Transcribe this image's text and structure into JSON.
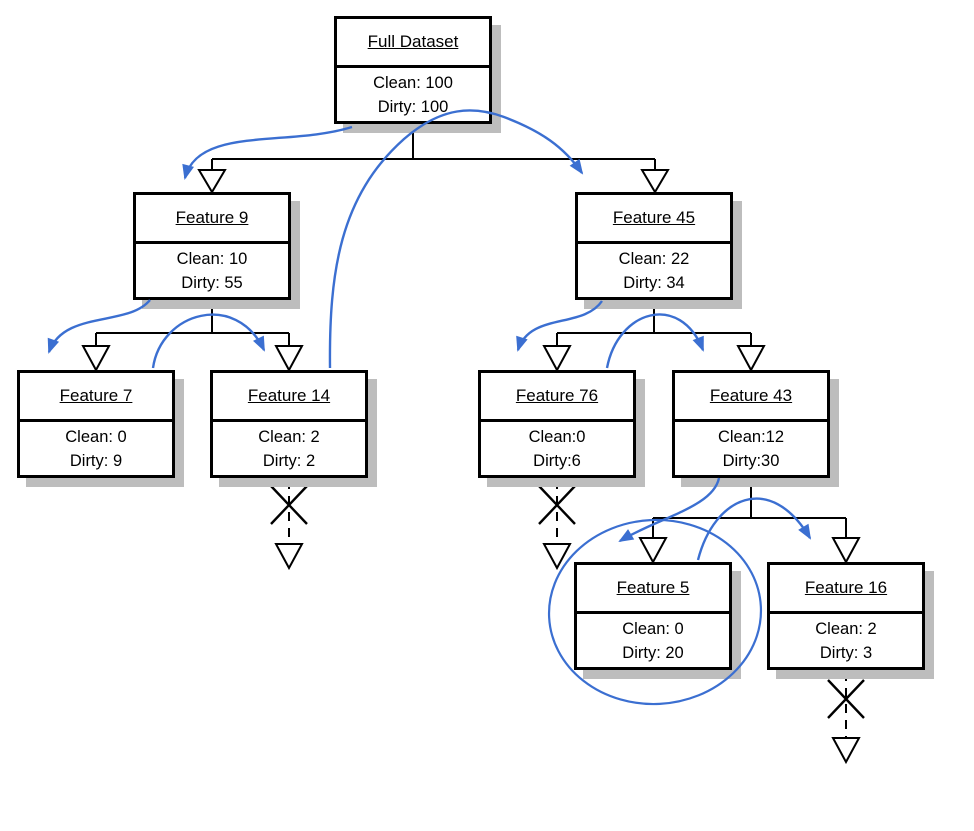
{
  "diagram_type": "decision-tree-traversal",
  "colors": {
    "traversal_arrow_blue": "#3b6fd1",
    "box_shadow_gray": "#bdbdbd",
    "line_black": "#000000",
    "box_fill": "#ffffff"
  },
  "nodes": [
    {
      "id": "full-dataset",
      "title": "Full Dataset",
      "clean_line": "Clean: 100",
      "dirty_line": "Dirty: 100"
    },
    {
      "id": "feature-9",
      "title": "Feature 9",
      "clean_line": "Clean: 10",
      "dirty_line": "Dirty: 55"
    },
    {
      "id": "feature-45",
      "title": "Feature 45",
      "clean_line": "Clean: 22",
      "dirty_line": "Dirty: 34"
    },
    {
      "id": "feature-7",
      "title": "Feature 7",
      "clean_line": "Clean: 0",
      "dirty_line": "Dirty: 9"
    },
    {
      "id": "feature-14",
      "title": "Feature 14",
      "clean_line": "Clean: 2",
      "dirty_line": "Dirty: 2"
    },
    {
      "id": "feature-76",
      "title": "Feature 76",
      "clean_line": "Clean:0",
      "dirty_line": "Dirty:6"
    },
    {
      "id": "feature-43",
      "title": "Feature 43",
      "clean_line": "Clean:12",
      "dirty_line": "Dirty:30"
    },
    {
      "id": "feature-5",
      "title": "Feature 5",
      "clean_line": "Clean: 0",
      "dirty_line": "Dirty: 20",
      "highlighted": true
    },
    {
      "id": "feature-16",
      "title": "Feature 16",
      "clean_line": "Clean: 2",
      "dirty_line": "Dirty: 3"
    }
  ],
  "tree_edges": [
    {
      "parent": "Full Dataset",
      "children": [
        "Feature 9",
        "Feature 45"
      ]
    },
    {
      "parent": "Feature 9",
      "children": [
        "Feature 7",
        "Feature 14"
      ]
    },
    {
      "parent": "Feature 45",
      "children": [
        "Feature 76",
        "Feature 43"
      ]
    },
    {
      "parent": "Feature 43",
      "children": [
        "Feature 5",
        "Feature 16"
      ]
    }
  ],
  "traversal_arrows": [
    "Full Dataset -> Feature 9",
    "Feature 9 -> Feature 7",
    "Feature 7 -> Feature 14",
    "Feature 14 -> Feature 45",
    "Feature 45 -> Feature 76",
    "Feature 76 -> Feature 43",
    "Feature 43 -> Feature 5",
    "Feature 5 -> Feature 16"
  ],
  "pruned_nodes": [
    "Feature 14",
    "Feature 76",
    "Feature 16"
  ],
  "circled_node": "Feature 5"
}
